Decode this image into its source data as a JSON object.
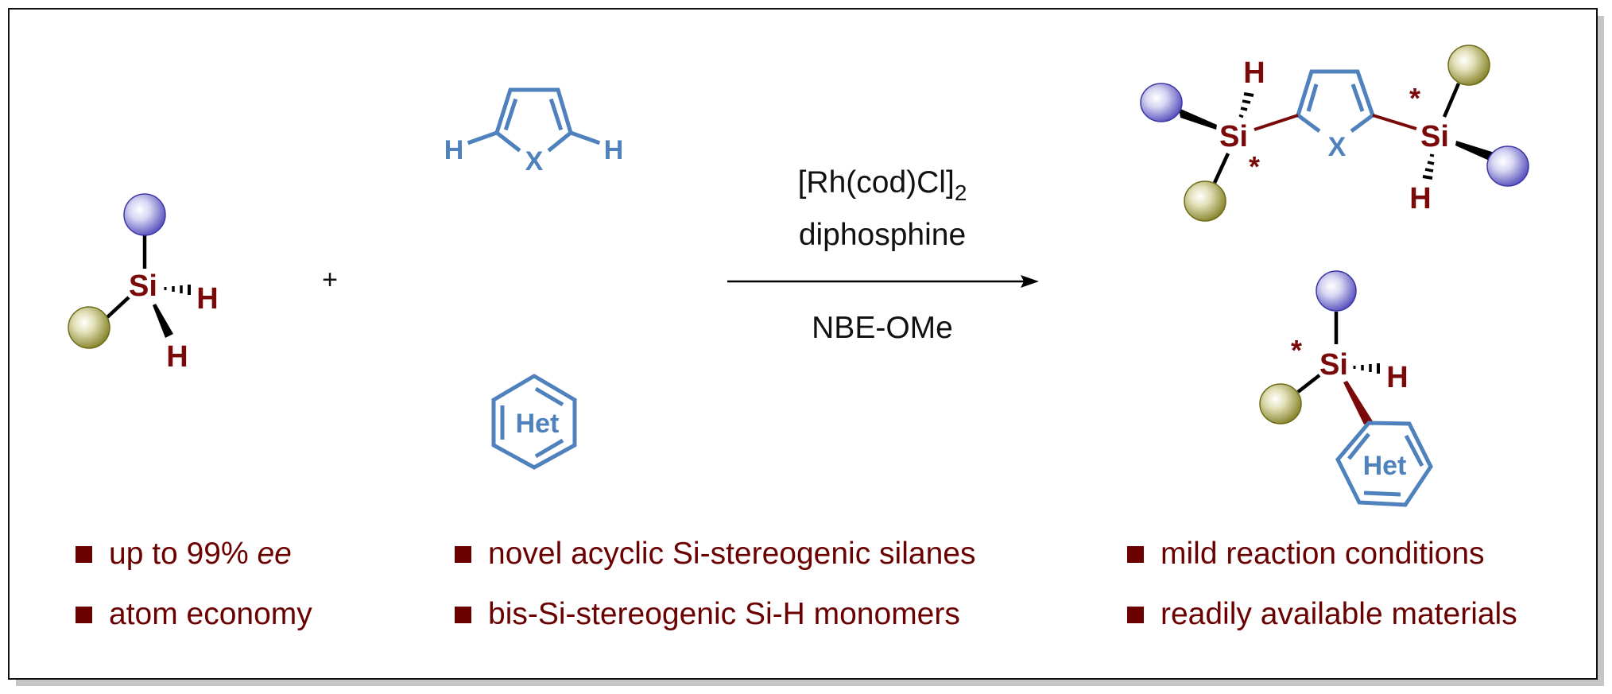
{
  "scheme": {
    "title": "Rh-catalyzed asymmetric C-H silylation scheme",
    "colors": {
      "silicon_label": "#7a0a0a",
      "heteroarene": "#4f81bd",
      "bullet": "#6b0000",
      "substituent_purple": "#5b55c4",
      "substituent_olive": "#8c8a2a",
      "frame_border": "#111111",
      "frame_shadow": "#c6c6c6"
    },
    "reactant_silane": {
      "center_atom": "Si",
      "h_labels": [
        "H",
        "H"
      ]
    },
    "plus": "+",
    "heteroarene_5ring": {
      "heteroatom": "X",
      "h_labels": [
        "H",
        "H"
      ]
    },
    "heteroarene_6ring": {
      "label": "Het"
    },
    "conditions": {
      "catalyst": "[Rh(cod)Cl]",
      "catalyst_subscript": "2",
      "ligand": "diphosphine",
      "below_arrow": "NBE-OMe"
    },
    "product_bis": {
      "si_labels": [
        "Si",
        "Si"
      ],
      "h_labels": [
        "H",
        "H"
      ],
      "stereo_marks": [
        "*",
        "*"
      ],
      "heteroatom": "X"
    },
    "product_mono": {
      "si_label": "Si",
      "h_label": "H",
      "stereo_mark": "*",
      "ring_label": "Het"
    },
    "highlights": [
      {
        "text": "up to 99% ",
        "italic_suffix": "ee"
      },
      {
        "text": "atom economy",
        "italic_suffix": ""
      },
      {
        "text": "novel acyclic Si-stereogenic silanes",
        "italic_suffix": ""
      },
      {
        "text": "bis-Si-stereogenic Si-H monomers",
        "italic_suffix": ""
      },
      {
        "text": "mild reaction conditions",
        "italic_suffix": ""
      },
      {
        "text": "readily available materials",
        "italic_suffix": ""
      }
    ]
  }
}
